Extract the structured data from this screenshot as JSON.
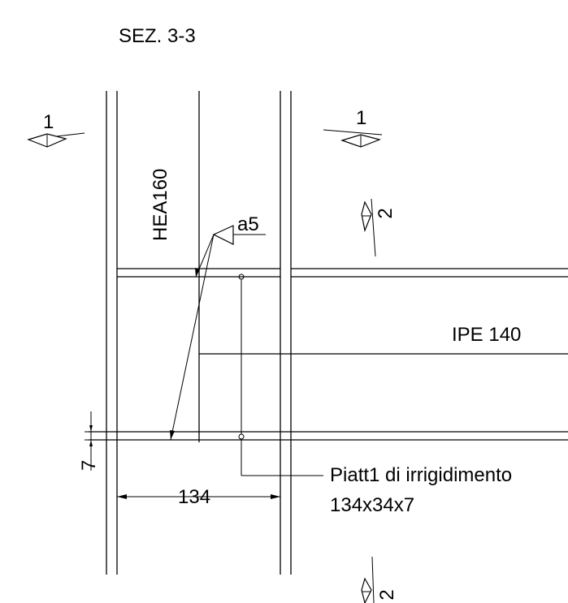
{
  "title": "SEZ. 3-3",
  "column_profile": "HEA160",
  "beam_profile": "IPE 140",
  "weld_symbol": "a5",
  "section_marks": {
    "mark_1_left": "1",
    "mark_1_right": "1",
    "mark_2_top": "2",
    "mark_2_bottom": "2"
  },
  "dimensions": {
    "plate_thickness": "7",
    "plate_width": "134"
  },
  "plate_label": {
    "line1": "Piatt1 di irrigidimento",
    "line2": "134x34x7"
  }
}
